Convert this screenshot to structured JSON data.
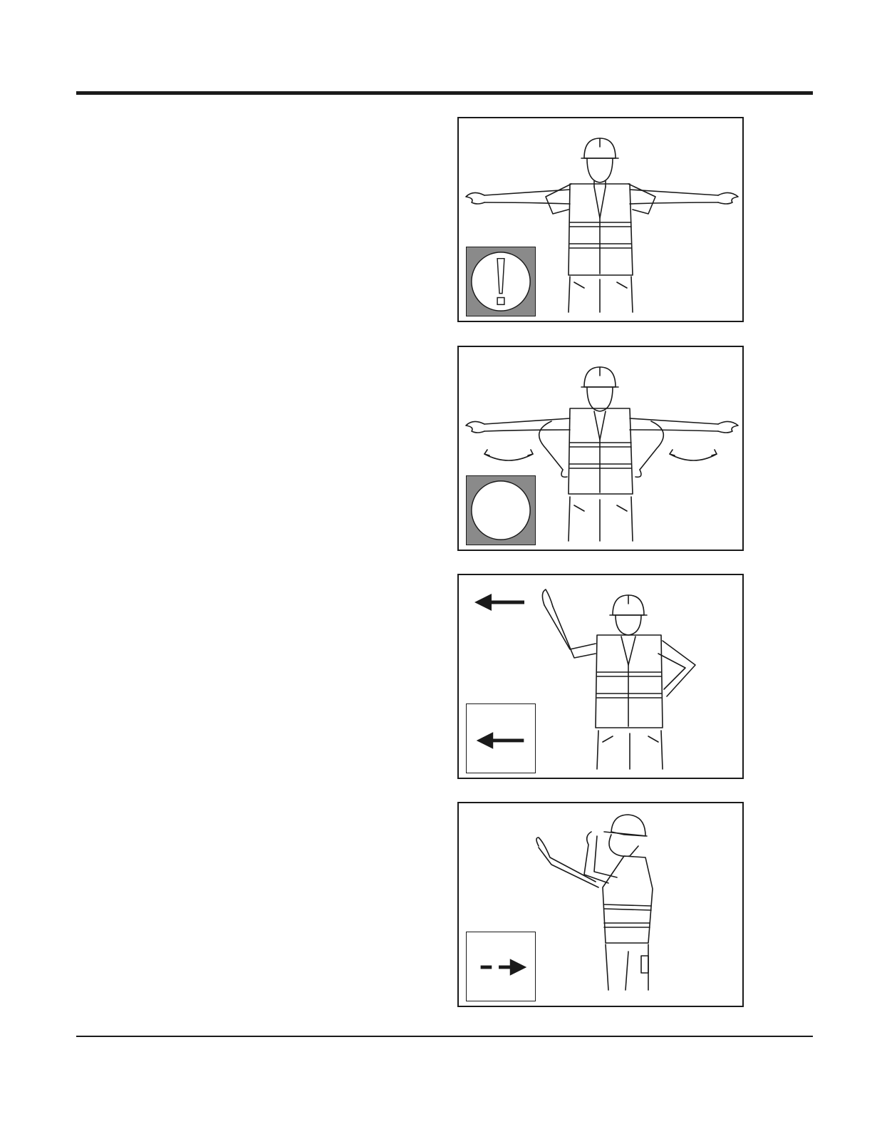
{
  "document": {
    "panels": [
      {
        "id": "panel-stop",
        "symbol_icon": "exclamation-warning-icon",
        "symbol_background": "#8a8a8a"
      },
      {
        "id": "panel-emergency-stop",
        "symbol_icon": "blank-circle-icon",
        "symbol_background": "#8a8a8a"
      },
      {
        "id": "panel-move-left",
        "symbol_icon": "arrow-left-icon",
        "symbol_background": "#ffffff"
      },
      {
        "id": "panel-move-back",
        "symbol_icon": "dashed-arrow-right-icon",
        "symbol_background": "#ffffff"
      }
    ]
  }
}
